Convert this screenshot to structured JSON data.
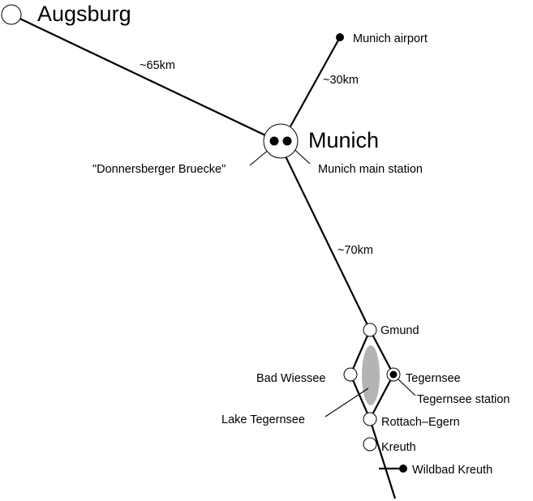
{
  "places": {
    "augsburg": "Augsburg",
    "munich": "Munich",
    "munich_airport": "Munich airport",
    "donnersberger": "\"Donnersberger Bruecke\"",
    "munich_main": "Munich main station",
    "gmund": "Gmund",
    "bad_wiessee": "Bad Wiessee",
    "tegernsee": "Tegernsee",
    "tegernsee_station": "Tegernsee station",
    "lake": "Lake Tegernsee",
    "rottach": "Rottach–Egern",
    "kreuth": "Kreuth",
    "wildbad": "Wildbad Kreuth"
  },
  "distances": {
    "augsburg_munich": "~65km",
    "airport_munich": "~30km",
    "munich_gmund": "~70km"
  },
  "colors": {
    "line": "#000000",
    "lake": "#b4b4b4",
    "background": "#ffffff"
  }
}
